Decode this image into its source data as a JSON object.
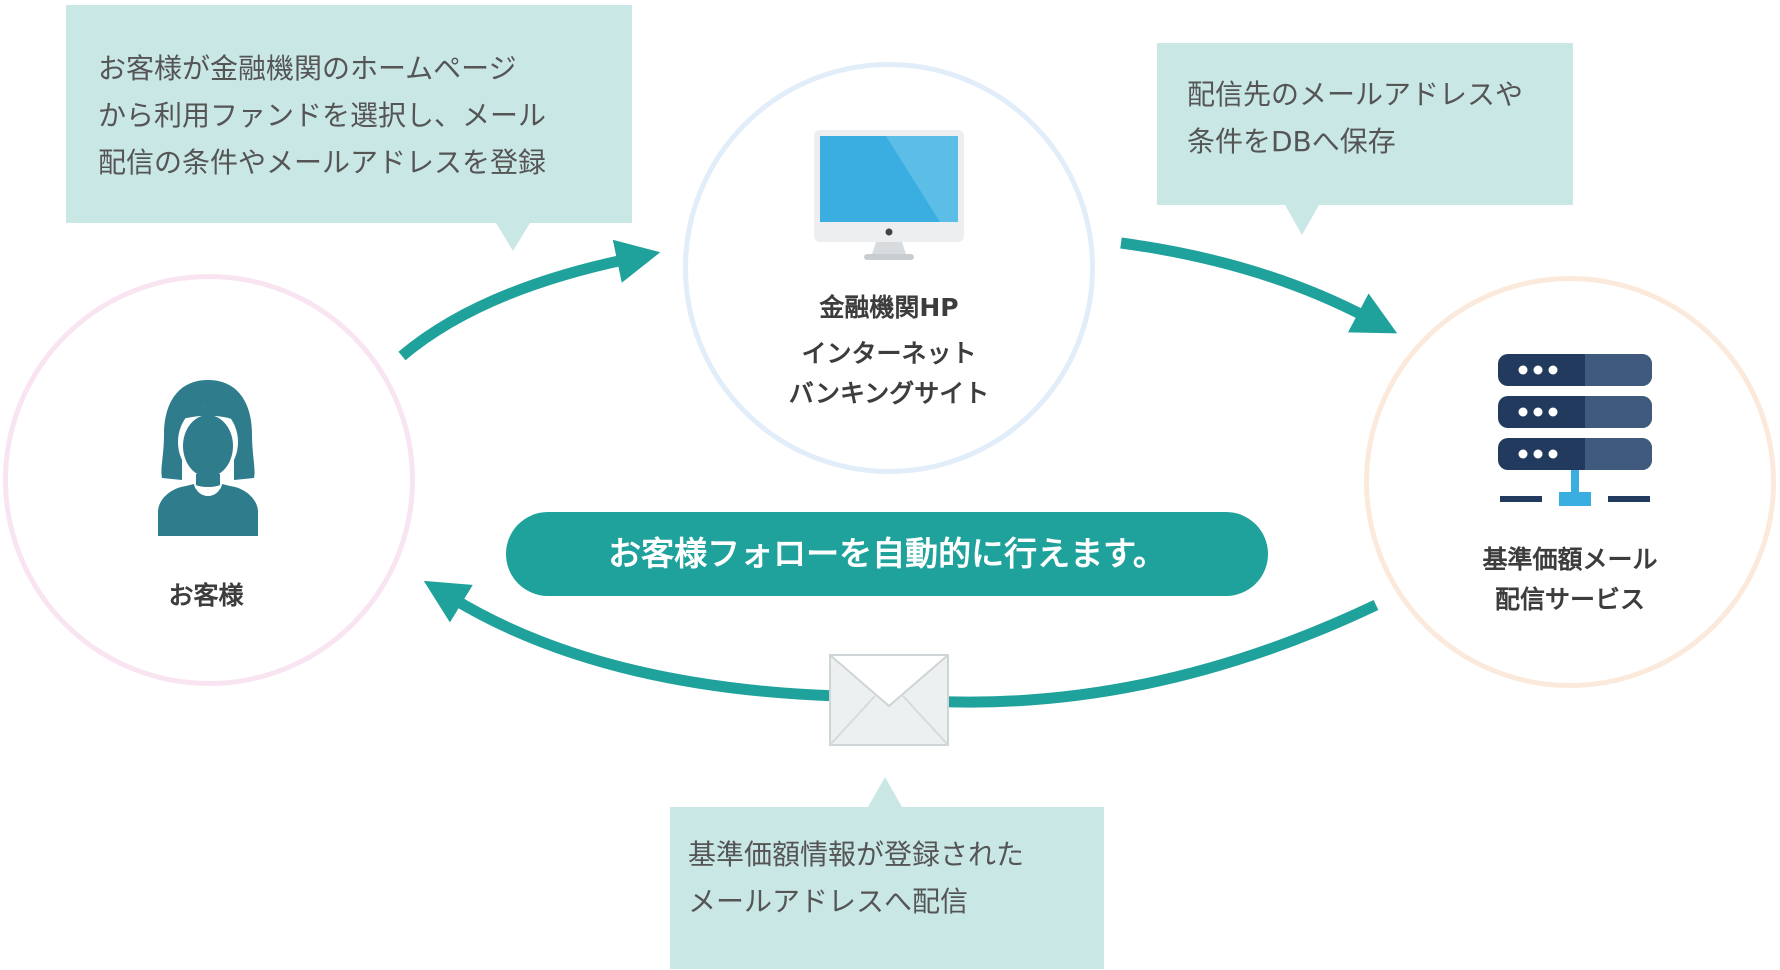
{
  "callouts": {
    "register": [
      "お客様が金融機関のホームページ",
      "から利用ファンドを選択し、メール",
      "配信の条件やメールアドレスを登録"
    ],
    "save": [
      "配信先のメールアドレスや",
      "条件をDBへ保存"
    ],
    "deliver": [
      "基準価額情報が登録された",
      "メールアドレスへ配信"
    ]
  },
  "nodes": {
    "customer": {
      "label": "お客様"
    },
    "bank_site": {
      "lines": [
        "金融機関HP",
        "インターネット",
        "バンキングサイト"
      ]
    },
    "mail_service": {
      "lines": [
        "基準価額メール",
        "配信サービス"
      ]
    }
  },
  "banner": {
    "text": "お客様フォローを自動的に行えます。"
  },
  "colors": {
    "accent": "#1fa29b",
    "callout_bg": "#c9e7e5",
    "customer_ring": "#f9e4f1",
    "site_ring": "#e1edf8",
    "service_ring": "#fbeadc",
    "person_icon": "#2f7d8c",
    "monitor_screen": "#3aaee0",
    "server_body": "#223a5e"
  },
  "icons": [
    "person-icon",
    "monitor-icon",
    "server-icon",
    "envelope-icon"
  ]
}
